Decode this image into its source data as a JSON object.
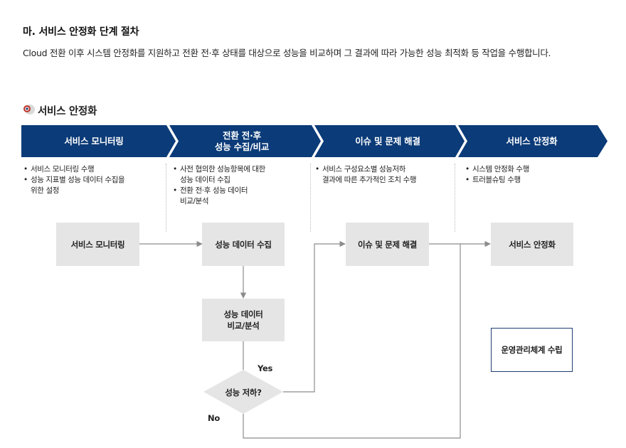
{
  "heading": "마. 서비스 안정화 단계 절차",
  "intro": "Cloud 전환 이후 시스템 안정화를 지원하고 전환 전·후 상태를 대상으로 성능을 비교하며 그 결과에 따라 가능한 성능 최적화 등 작업을 수행합니다.",
  "section": {
    "title": "서비스 안정화",
    "icon": "target-bullet-icon",
    "icon_colors": [
      "#c0392b",
      "#1f3c73",
      "#d9d9d9"
    ]
  },
  "colors": {
    "banner": "#0b3b78",
    "box": "#e5e5e5",
    "border": "#1f3c73",
    "arrow": "#8c8c8c"
  },
  "steps": [
    {
      "label_lines": [
        "서비스 모니터링"
      ]
    },
    {
      "label_lines": [
        "전환 전·후",
        "성능 수집/비교"
      ]
    },
    {
      "label_lines": [
        "이슈 및 문제 해결"
      ]
    },
    {
      "label_lines": [
        "서비스 안정화"
      ]
    }
  ],
  "details": [
    {
      "items": [
        [
          "서비스 모니터링 수행"
        ],
        [
          "성능 지표별 성능 데이터 수집을",
          "위한 설정"
        ]
      ]
    },
    {
      "items": [
        [
          "사전 협의한 성능항목에 대한",
          "성능 데이터 수집"
        ],
        [
          "전환 전·후 성능 데이터",
          "비교/분석"
        ]
      ]
    },
    {
      "items": [
        [
          "서비스 구성요소별 성능저하",
          "결과에 따른 추가적인 조치 수행"
        ]
      ]
    },
    {
      "items": [
        [
          "시스템 안정화 수행"
        ],
        [
          "트러블슈팅 수행"
        ]
      ]
    }
  ],
  "flow": {
    "monitoring": "서비스 모니터링",
    "collect": "성능 데이터 수집",
    "analyze_lines": [
      "성능 데이터",
      "비교/분석"
    ],
    "decision": "성능 저하?",
    "yes": "Yes",
    "no": "No",
    "resolve": "이슈 및 문제 해결",
    "stabilize": "서비스 안정화",
    "ops": "운영관리체계 수립"
  }
}
